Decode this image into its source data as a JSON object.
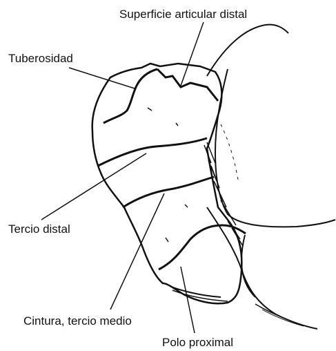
{
  "labels": {
    "distal_articular_surface": "Superficie articular distal",
    "tuberosity": "Tuberosidad",
    "distal_third": "Tercio distal",
    "waist_middle_third": "Cintura, tercio medio",
    "proximal_pole": "Polo proximal"
  },
  "colors": {
    "ink": "#111111",
    "background": "#ffffff"
  }
}
